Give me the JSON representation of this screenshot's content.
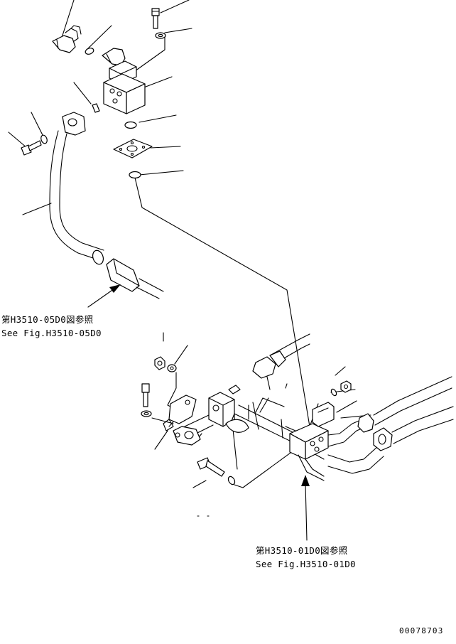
{
  "refs": {
    "upper": {
      "line1": "第H3510-05D0図参照",
      "line2": "See Fig.H3510-05D0"
    },
    "lower": {
      "line1": "第H3510-01D0図参照",
      "line2": "See Fig.H3510-01D0"
    }
  },
  "drawing_number": "00078703"
}
